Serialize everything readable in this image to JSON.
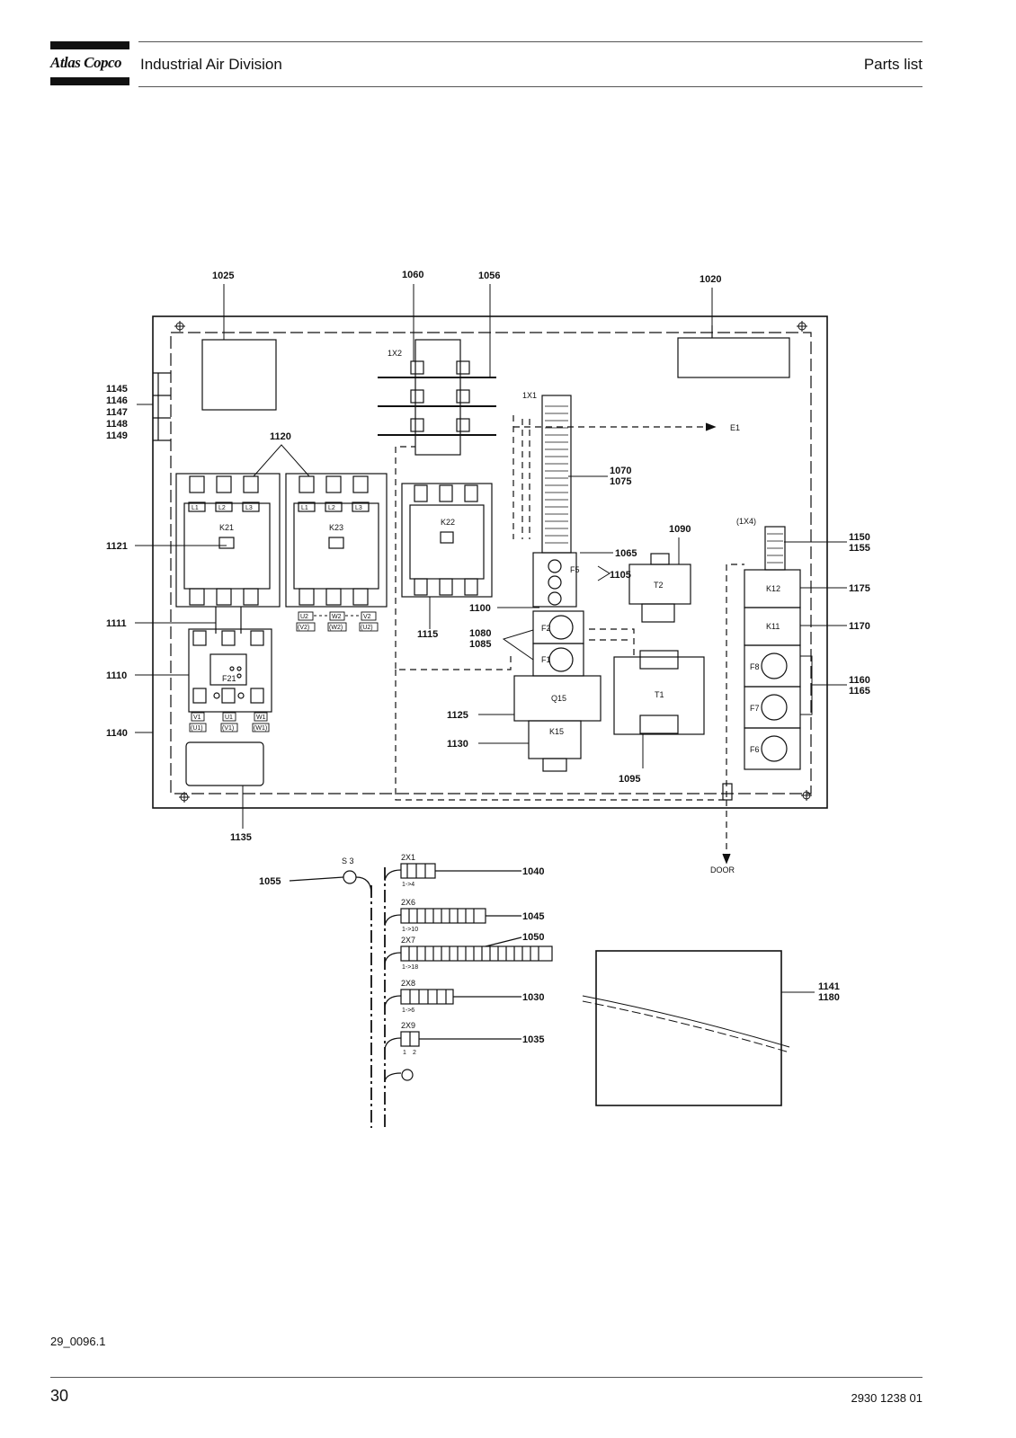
{
  "header": {
    "logo_text": "Atlas Copco",
    "division": "Industrial Air Division",
    "section": "Parts list"
  },
  "footer": {
    "figure_code": "29_0096.1",
    "page_number": "30",
    "document_number": "2930 1238 01"
  },
  "callouts": {
    "c1025": "1025",
    "c1060": "1060",
    "c1056": "1056",
    "c1020": "1020",
    "c1145": "1145",
    "c1146": "1146",
    "c1147": "1147",
    "c1148": "1148",
    "c1149": "1149",
    "c1120": "1120",
    "c1121": "1121",
    "c1111": "1111",
    "c1110": "1110",
    "c1140": "1140",
    "c1135": "1135",
    "c1115": "1115",
    "c1100": "1100",
    "c1080": "1080",
    "c1085": "1085",
    "c1070": "1070",
    "c1075": "1075",
    "c1065": "1065",
    "c1105": "1105",
    "c1090": "1090",
    "c1150": "1150",
    "c1155": "1155",
    "c1175": "1175",
    "c1170": "1170",
    "c1160": "1160",
    "c1165": "1165",
    "c1125": "1125",
    "c1130": "1130",
    "c1095": "1095",
    "c1055": "1055",
    "c1040": "1040",
    "c1045": "1045",
    "c1050": "1050",
    "c1030": "1030",
    "c1035": "1035",
    "c1141": "1141",
    "c1180": "1180"
  },
  "labels": {
    "k21": "K21",
    "k23": "K23",
    "k22": "K22",
    "f21": "F21",
    "q15": "Q15",
    "k15": "K15",
    "t1": "T1",
    "t2": "T2",
    "f1": "F1",
    "f2": "F2",
    "f5": "F5",
    "f6": "F6",
    "f7": "F7",
    "f8": "F8",
    "k11": "K11",
    "k12": "K12",
    "x1": "1X1",
    "x2": "1X2",
    "x4": "(1X4)",
    "e1": "E1",
    "door": "DOOR",
    "s3": "S 3",
    "l1": "L1",
    "l2": "L2",
    "l3": "L3",
    "u2": "U2",
    "w2": "W2",
    "v2": "V2",
    "v2p": "(V2)",
    "w2p": "(W2)",
    "u2p": "(U2)",
    "v1": "V1",
    "u1": "U1",
    "w1": "W1",
    "u1p": "(U1)",
    "v1p": "(V1)",
    "w1p": "(W1)",
    "x2x1": "2X1",
    "x2x6": "2X6",
    "x2x7": "2X7",
    "x2x8": "2X8",
    "x2x9": "2X9",
    "r1_4": "1->4",
    "r1_10": "1->10",
    "r1_18": "1->18",
    "r1_6": "1->6",
    "pin1": "1",
    "pin2": "2"
  }
}
